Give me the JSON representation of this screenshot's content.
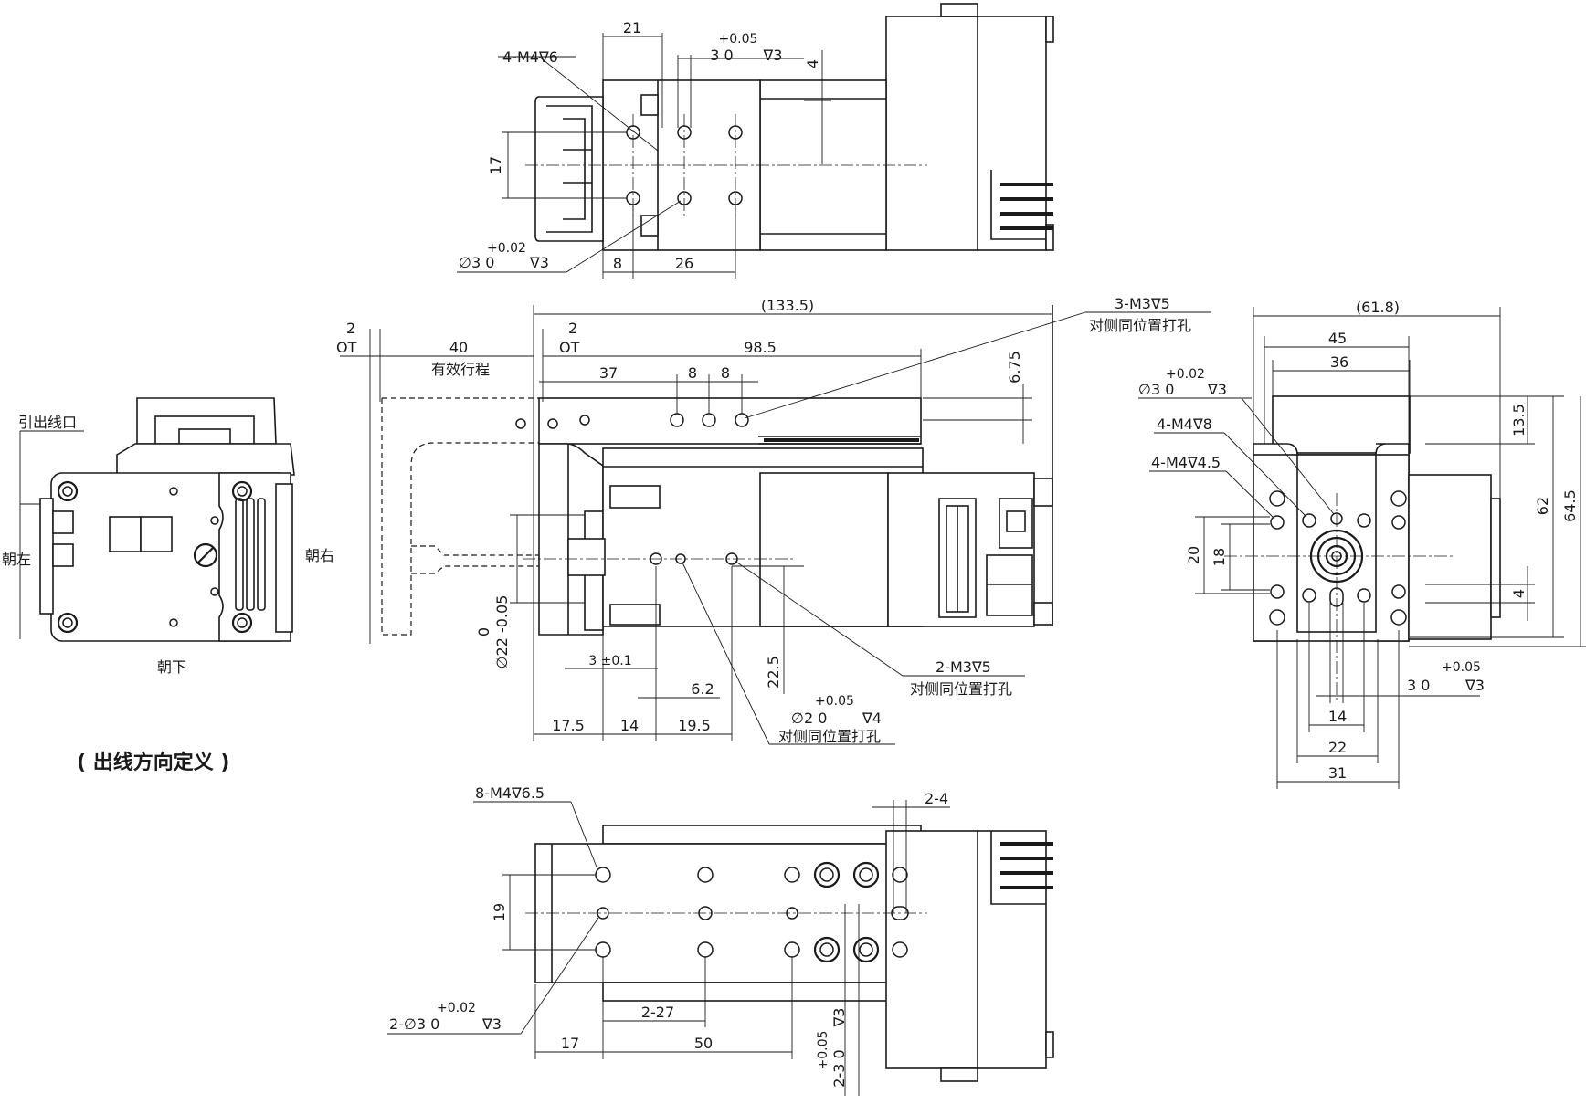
{
  "views": {
    "top": {
      "d_21": "21",
      "d_30_tol": "+0.05",
      "d_30": "3  0",
      "d_30_depth": "∇3",
      "d_4": "4",
      "callout_m4": "4-M4∇6",
      "d_17": "17",
      "pin_tol": "+0.02",
      "pin_dia": "∅3  0",
      "pin_depth": "∇3",
      "d_8": "8",
      "d_26": "26"
    },
    "side": {
      "d_overall": "(133.5)",
      "d_2_left": "2",
      "d_ot_left": "OT",
      "d_40": "40",
      "d_stroke_label": "有效行程",
      "d_2_right": "2",
      "d_ot_right": "OT",
      "d_98_5": "98.5",
      "d_37": "37",
      "d_8a": "8",
      "d_8b": "8",
      "d_6_75": "6.75",
      "callout_m3_3": "3-M3∇5",
      "callout_m3_3_note": "对侧同位置打孔",
      "d_22_tol": "0",
      "d_22": "∅22 -0.05",
      "d_3_01": "3 ±0.1",
      "d_6_2": "6.2",
      "d_22_5": "22.5",
      "callout_m3_2": "2-M3∇5",
      "callout_m3_2_note": "对侧同位置打孔",
      "pin2_tol": "+0.05",
      "pin2_dia": "∅2  0",
      "pin2_depth": "∇4",
      "pin2_note": "对侧同位置打孔",
      "d_17_5": "17.5",
      "d_14": "14",
      "d_19_5": "19.5"
    },
    "front": {
      "d_61_8": "(61.8)",
      "d_45": "45",
      "d_36": "36",
      "pin_tol": "+0.02",
      "pin_dia": "∅3  0",
      "pin_depth": "∇3",
      "callout_m4_8": "4-M4∇8",
      "callout_m4_4_5": "4-M4∇4.5",
      "d_13_5": "13.5",
      "d_62": "62",
      "d_64_5": "64.5",
      "d_20": "20",
      "d_18": "18",
      "d_4": "4",
      "slot_tol": "+0.05",
      "slot": "3  0",
      "slot_depth": "∇3",
      "d_14": "14",
      "d_22": "22",
      "d_31": "31"
    },
    "bottom": {
      "callout_m4": "8-M4∇6.5",
      "d_2_4": "2-4",
      "d_19": "19",
      "pin_tol": "+0.02",
      "pin_dia": "2-∅3  0",
      "pin_depth": "∇3",
      "d_2_27": "2-27",
      "d_17": "17",
      "d_50": "50",
      "slot_tol": "+0.05",
      "slot": "2-3  0",
      "slot_depth": "∇3"
    },
    "cable": {
      "outlet": "引出线口",
      "left": "朝左",
      "right": "朝右",
      "down": "朝下",
      "title": "( 出线方向定义 )"
    }
  }
}
